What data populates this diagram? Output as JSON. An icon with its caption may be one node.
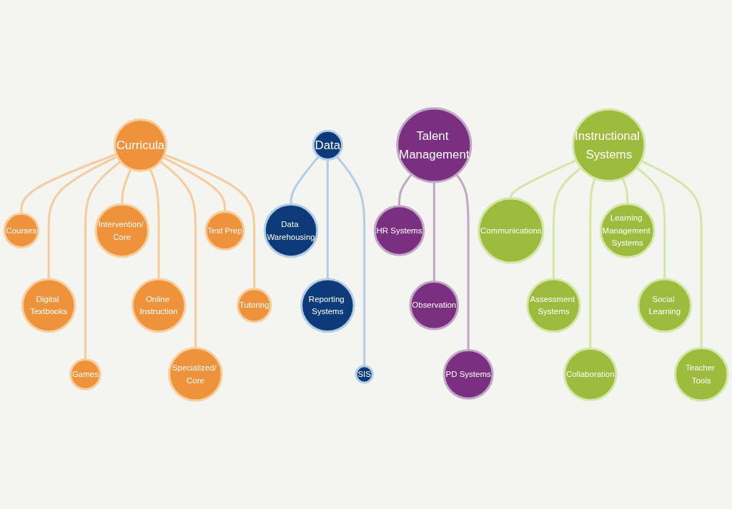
{
  "diagram": {
    "nodes": [
      {
        "text": [
          "Curricula"
        ]
      },
      {
        "text": [
          "Courses"
        ]
      },
      {
        "text": [
          "Digital Textbooks"
        ]
      },
      {
        "text": [
          "Games"
        ]
      },
      {
        "text": [
          "Intervention/ Core"
        ]
      },
      {
        "text": [
          "Online Instruction"
        ]
      },
      {
        "text": [
          "Specialized/ Core"
        ]
      },
      {
        "text": [
          "Test Prep"
        ]
      },
      {
        "text": [
          "Tutoring"
        ]
      },
      {
        "text": [
          "Data"
        ]
      },
      {
        "text": [
          "Data Warehousing"
        ]
      },
      {
        "text": [
          "Reporting Systems"
        ]
      },
      {
        "text": [
          "SIS"
        ]
      },
      {
        "text": [
          "Talent Management"
        ]
      },
      {
        "text": [
          "HR Systems"
        ]
      },
      {
        "text": [
          "Observation"
        ]
      },
      {
        "text": [
          "PD Systems"
        ]
      },
      {
        "text": [
          "Instructional Systems"
        ]
      },
      {
        "text": [
          "Communications"
        ]
      },
      {
        "text": [
          "Assessment Systems"
        ]
      },
      {
        "text": [
          "Collaboration"
        ]
      },
      {
        "text": [
          "Learning Management Systems"
        ]
      },
      {
        "text": [
          "Social Learning"
        ]
      },
      {
        "text": [
          "Teacher Tools"
        ]
      }
    ],
    "edges": [
      {
        "from": 0,
        "to": 1,
        "arrow": "none"
      },
      {
        "from": 0,
        "to": 2,
        "arrow": "none"
      },
      {
        "from": 0,
        "to": 3,
        "arrow": "none"
      },
      {
        "from": 0,
        "to": 4,
        "arrow": "none"
      },
      {
        "from": 0,
        "to": 5,
        "arrow": "none"
      },
      {
        "from": 0,
        "to": 6,
        "arrow": "none"
      },
      {
        "from": 0,
        "to": 7,
        "arrow": "none"
      },
      {
        "from": 0,
        "to": 8,
        "arrow": "none"
      },
      {
        "from": 9,
        "to": 10,
        "arrow": "none",
        "color": "#b4cde6"
      },
      {
        "from": 9,
        "to": 11,
        "arrow": "none",
        "color": "#b4cde6"
      },
      {
        "from": 9,
        "to": 12,
        "arrow": "none",
        "color": "#b4cde6"
      },
      {
        "from": 13,
        "to": 14,
        "arrow": "none",
        "color": "#c0a8c4"
      },
      {
        "from": 13,
        "to": 15,
        "arrow": "none",
        "color": "#c0a8c4"
      },
      {
        "from": 13,
        "to": 16,
        "arrow": "none",
        "color": "#c0a8c4"
      },
      {
        "from": 17,
        "to": 18,
        "arrow": "none",
        "color": "#d6e6a8"
      },
      {
        "from": 17,
        "to": 19,
        "arrow": "none",
        "color": "#d6e6a8"
      },
      {
        "from": 17,
        "to": 20,
        "arrow": "none",
        "color": "#d6e6a8"
      },
      {
        "from": 17,
        "to": 21,
        "arrow": "none",
        "color": "#d6e6a8"
      },
      {
        "from": 17,
        "to": 22,
        "arrow": "none",
        "color": "#d6e6a8"
      },
      {
        "from": 17,
        "to": 23,
        "arrow": "none",
        "color": "#d6e6a8"
      }
    ]
  }
}
